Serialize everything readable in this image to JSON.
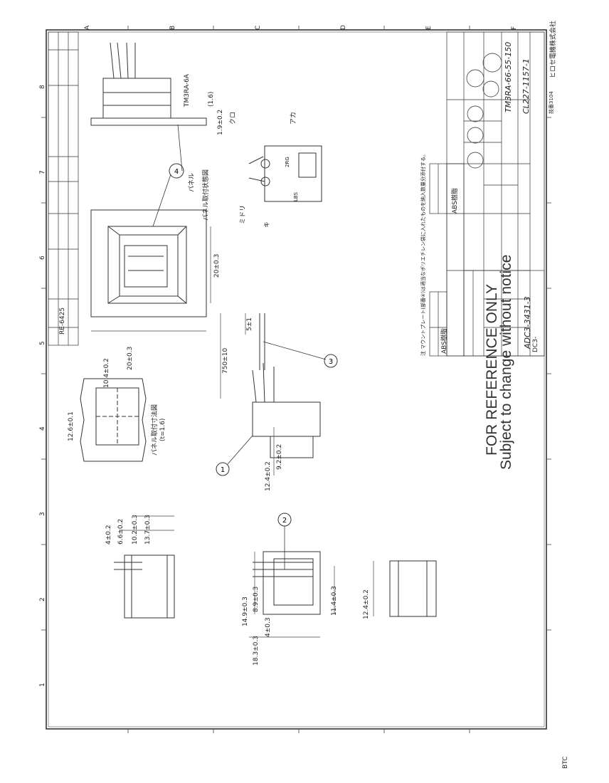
{
  "notice": {
    "line1": "FOR REFERENCE ONLY",
    "line2": "Subject to change without notice"
  },
  "company": "ヒロセ電機株式会社",
  "form_code": "技番3104",
  "drawing_number": "CL227-1157-1",
  "part_name": "TM3RA-66-55-150",
  "code_number": "ADC3-3431-3",
  "old_code": "DC3-",
  "board_ref": "TM3RA-6A",
  "balloons": [
    "1",
    "2",
    "3",
    "4"
  ],
  "dimensions": {
    "d1": "20±0.3",
    "d2": "20±0.3",
    "d3": "750±10",
    "d4": "5±1",
    "d5": "13.7±0.3",
    "d6": "10.2±0.3",
    "d7": "6.6±0.2",
    "d8": "4±0.2",
    "d9": "14.9±0.3",
    "d10": "8.9±0.3",
    "d11": "4±0.3",
    "d12": "18.3±0.3",
    "d13": "11.4±0.3",
    "d14": "12.4±0.2",
    "d15": "12.4±0.2",
    "d16": "9.2±0.2",
    "d17": "10.4±0.2",
    "d18": "12.6±0.1",
    "d19": "(1.6)",
    "d20": "1.9±0.2"
  },
  "labels": {
    "panel": "パネル",
    "panel_mount": "パネル取付状態図",
    "panel_cut": "パネル取付寸法図",
    "panel_t": "(t=1.6)",
    "red": "アカ",
    "black": "クロ",
    "green": "ミドリ",
    "yellow": "キ",
    "rev_a": "RE-6425",
    "lbs": "LBS",
    "mark": "2RG",
    "note": "注 マウントプレート(部番④)は適当なポリエチレン袋に入れたものを納入数量分添付する。",
    "mat1": "ABS樹脂",
    "mat4": "ABS樹脂",
    "std_mark": "BTC"
  },
  "grid": {
    "rows": [
      "A",
      "B",
      "C",
      "D",
      "E",
      "F"
    ],
    "cols": [
      "1",
      "2",
      "3",
      "4",
      "5",
      "6",
      "7",
      "8"
    ]
  }
}
